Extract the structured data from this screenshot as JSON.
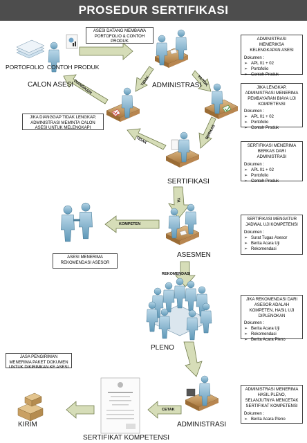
{
  "title": "PROSEDUR SERTIFIKASI",
  "nodes": {
    "portofolio": "PORTOFOLIO",
    "contoh_produk": "CONTOH PRODUK",
    "calon_asesi": "CALON ASESI",
    "administrasi_top": "ADMINISTRASI",
    "sertifikasi": "SERTIFIKASI",
    "asesmen": "ASESMEN",
    "pleno": "PLENO",
    "administrasi_bottom": "ADMINISTRASI",
    "kirim": "KIRIM",
    "sertifikat_kompetensi": "SERTIFIKAT KOMPETENSI"
  },
  "arrow_labels": {
    "diangkapi": "DIANGKAPI",
    "tidak_left": "TIDAK",
    "ya_top": "YA/TDK",
    "tidak_mid": "TIDAK",
    "berkas": "BERKAS",
    "ya": "YA",
    "kompeten": "KOMPETEN",
    "rekomendasi": "REKOMENDASI",
    "cetak": "CETAK"
  },
  "notes": {
    "asesi_datang": "ASESI DATANG MEMBAWA PORTOFOLIO & CONTOH PRODUK",
    "jika_tidak_lengkap": "JIKA DIANGGAP TIDAK LENGKAP, ADMINISTRASI MEMINTA CALON ASESI UNTUK MELENGKAPI",
    "asesi_menerima": "ASESI MENERIMA REKOMENDASI ASESOR",
    "jasa_pengiriman": "JASA PENGIRIMAN MENERIMA PAKET DOKUMEN UNTUK DIKIRIMKAN KE ASESI"
  },
  "doc_boxes": [
    {
      "heading": "ADMINISTRASI MEMERIKSA KELENGKAPAN ASESI",
      "doc_label": "Dokumen :",
      "items": [
        "APL 01 + 02",
        "Portofolio",
        "Contoh Produk"
      ]
    },
    {
      "heading": "JIKA LENGKAP, ADMINISTRASI MENERIMA PEMBAYARAN BIAYA UJI KOMPETENSI",
      "doc_label": "Dokumen :",
      "items": [
        "APL 01 + 02",
        "Portofolio",
        "Contoh Produk"
      ]
    },
    {
      "heading": "SERTIFIKASI MENERIMA BERKAS DARI ADMINISTRASI",
      "doc_label": "Dokumen :",
      "items": [
        "APL 01 + 02",
        "Portofolio",
        "Contoh Produk"
      ]
    },
    {
      "heading": "SERTIFIKASI MENGATUR JADWAL UJI KOMPETENSI",
      "doc_label": "Dokumen :",
      "items": [
        "Surat Tugas Asesor",
        "Berita Acara Uji",
        "Rekomendasi"
      ]
    },
    {
      "heading": "JIKA REKOMENDASI DARI ASESOR ADALAH KOMPETEN, HASIL UJI DIPLENOKAN",
      "doc_label": "Dokumen :",
      "items": [
        "Berita Acara Uji",
        "Rekomendasi",
        "Berita Acara Pleno"
      ]
    },
    {
      "heading": "ADMINISTRASI MENERIMA HASIL PLENO, SELANJUTNYA MENCETAK SERTIFIKAT KOMPETENSI",
      "doc_label": "Dokumen :",
      "items": [
        "Berita Acara Pleno"
      ]
    }
  ],
  "colors": {
    "title_bg": "#4d4d4d",
    "arrow_fill": "#d6ddb8",
    "arrow_stroke": "#6f7a4a",
    "person": "#8fbcd4",
    "desk": "#c9a06a",
    "paper": "#f4f4f4"
  }
}
